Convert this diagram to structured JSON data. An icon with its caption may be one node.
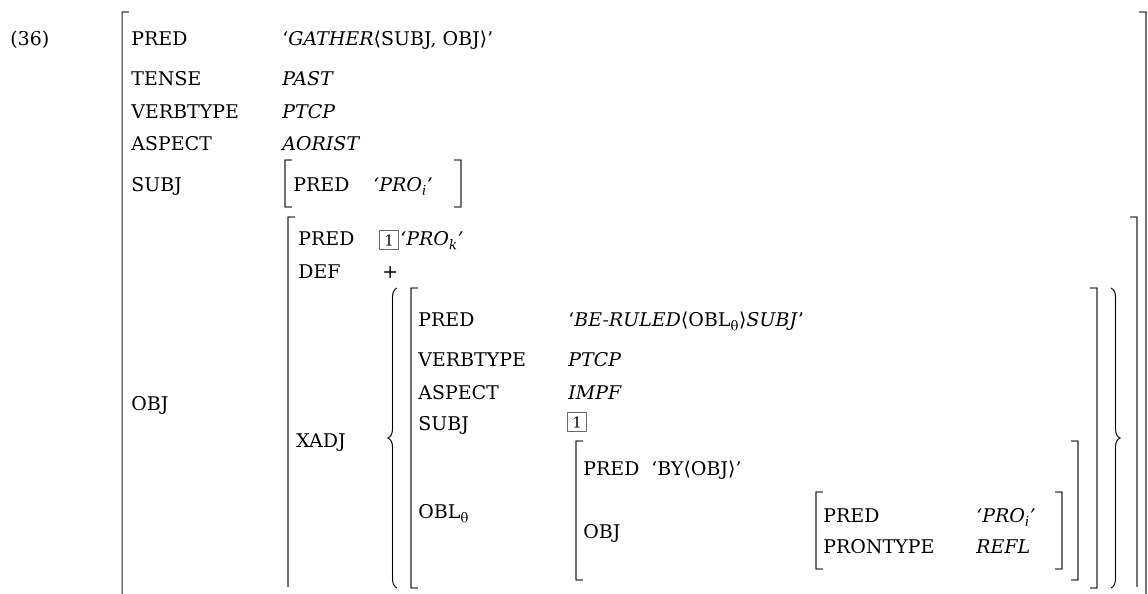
{
  "diagram": {
    "nodes": [
      {
        "text": [
          "PRED",
          "‘*GATHER*⟨SUBJ, OBJ⟩’",
          "TENSE",
          "PAST",
          "VERBTYPE",
          "PTCP",
          "ASPECT",
          "AORIST",
          "SUBJ",
          "OBJ"
        ]
      },
      {
        "text": [
          "PRED",
          "‘PRO$_{i}$’"
        ],
        "in": 0
      },
      {
        "text": [
          "PRED",
          "‘PRO$_{k}$’",
          "DEF",
          "+",
          "XADJ"
        ],
        "in": 0
      },
      {
        "text": [
          "1"
        ],
        "in": 2
      },
      {
        "text": [
          "PRED",
          "‘*BE-RULED*⟨OBL$_{θ}$⟩*SUBJ*’",
          "VERBTYPE",
          "PTCP",
          "ASPECT",
          "IMPF",
          "SUBJ",
          "OBL$_{θ}$"
        ],
        "in": 2
      },
      {
        "text": [
          "1"
        ],
        "in": 4
      },
      {
        "text": [
          "PRED",
          "‘BY⟨OBJ⟩’",
          "OBJ"
        ],
        "in": 4
      },
      {
        "text": [
          "PRED",
          "‘PRO$_{i}$’",
          "PRONTYPE",
          "REFL"
        ],
        "in": 6
      }
    ],
    "labels": [
      "(36)"
    ]
  }
}
